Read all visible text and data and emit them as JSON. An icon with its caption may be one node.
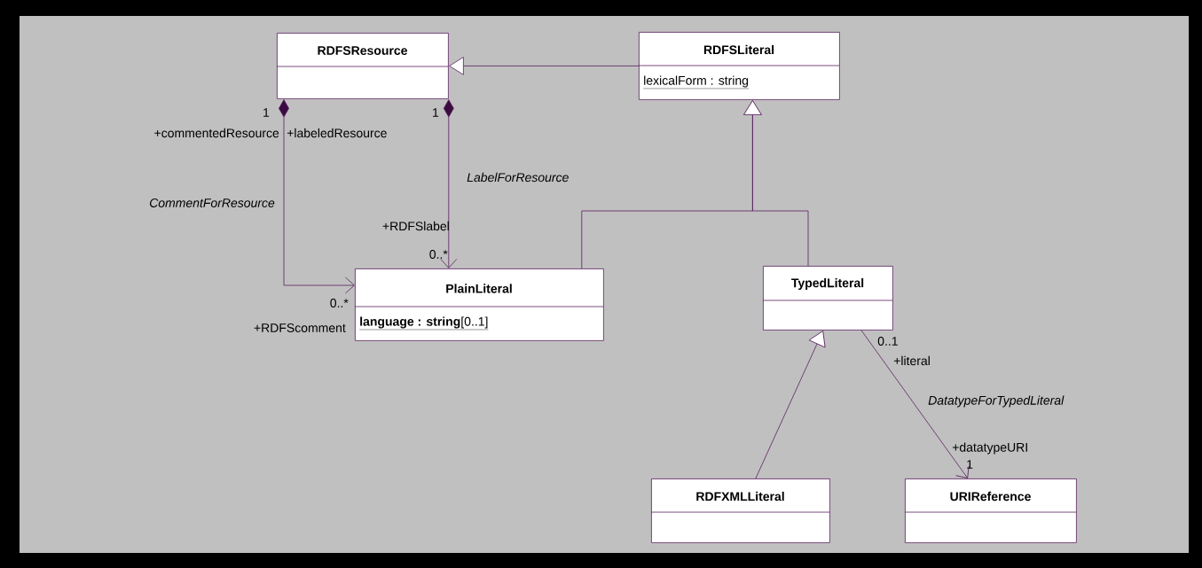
{
  "diagram": {
    "nodes": [
      {
        "text": [
          "RDFSResource"
        ]
      },
      {
        "text": [
          "RDFSLiteral",
          "lexicalForm : string"
        ]
      },
      {
        "text": [
          "PlainLiteral",
          "**language : string**[0..1]"
        ]
      },
      {
        "text": [
          "TypedLiteral"
        ]
      },
      {
        "text": [
          "RDFXMLLiteral"
        ]
      },
      {
        "text": [
          "URIReference"
        ]
      }
    ],
    "edges": [
      {
        "from": 1,
        "to": 0,
        "arrow": "to"
      },
      {
        "from": 2,
        "to": 1,
        "arrow": "to"
      },
      {
        "from": 3,
        "to": 1,
        "arrow": "to"
      },
      {
        "from": 4,
        "to": 3,
        "arrow": "to"
      },
      {
        "from": 0,
        "to": 2,
        "arrow": "to",
        "label": "CommentForResource"
      },
      {
        "from": 0,
        "to": 2,
        "arrow": "to",
        "label": "LabelForResource"
      },
      {
        "from": 3,
        "to": 5,
        "arrow": "to",
        "label": "DatatypeForTypedLiteral"
      }
    ],
    "labels": [
      "1",
      "1",
      "+commentedResource",
      "+labeledResource",
      "+RDFSlabel",
      "0..*",
      "0..*",
      "+RDFScomment",
      "0..1",
      "+literal",
      "+datatypeURI",
      "1"
    ]
  }
}
